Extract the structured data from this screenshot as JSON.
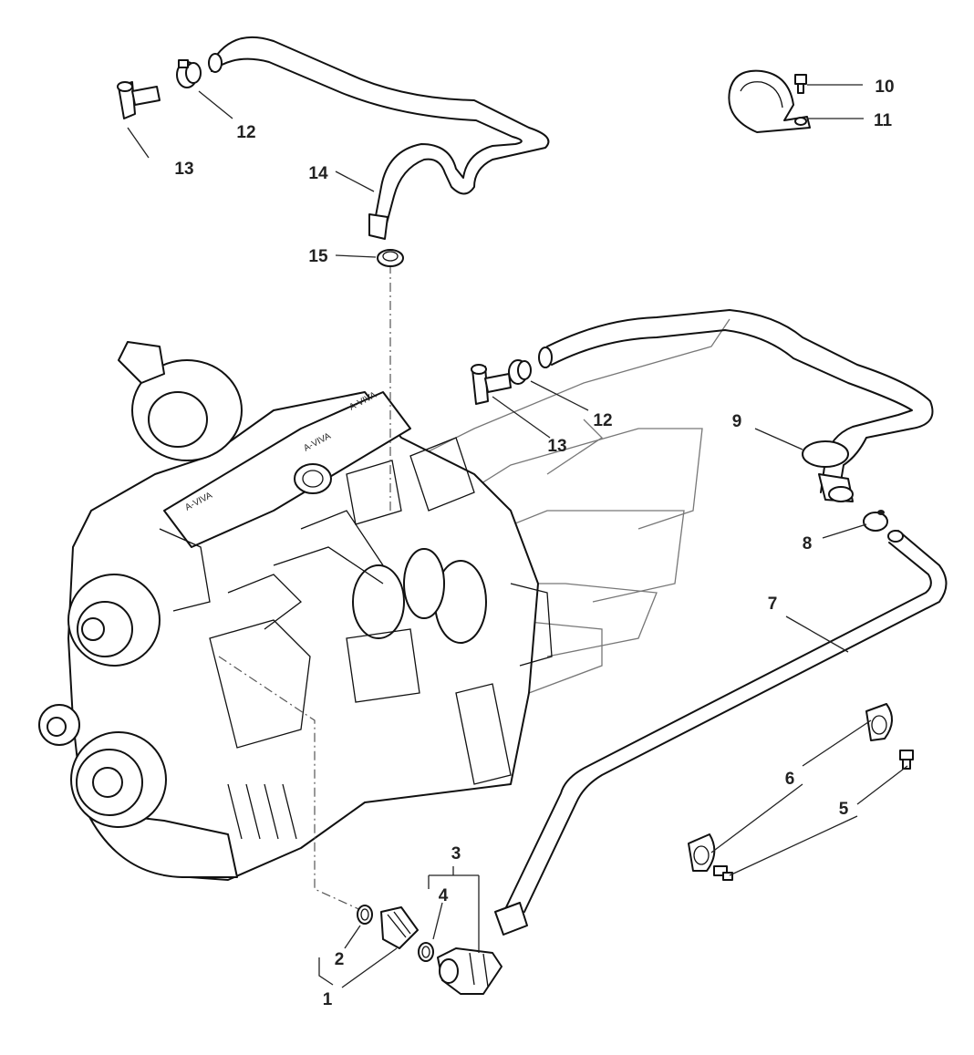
{
  "callouts": [
    "1",
    "2",
    "3",
    "4",
    "5",
    "6",
    "7",
    "8",
    "9",
    "10",
    "11",
    "12",
    "12",
    "13",
    "13",
    "14",
    "15"
  ],
  "engine_label": "A-VIVA"
}
